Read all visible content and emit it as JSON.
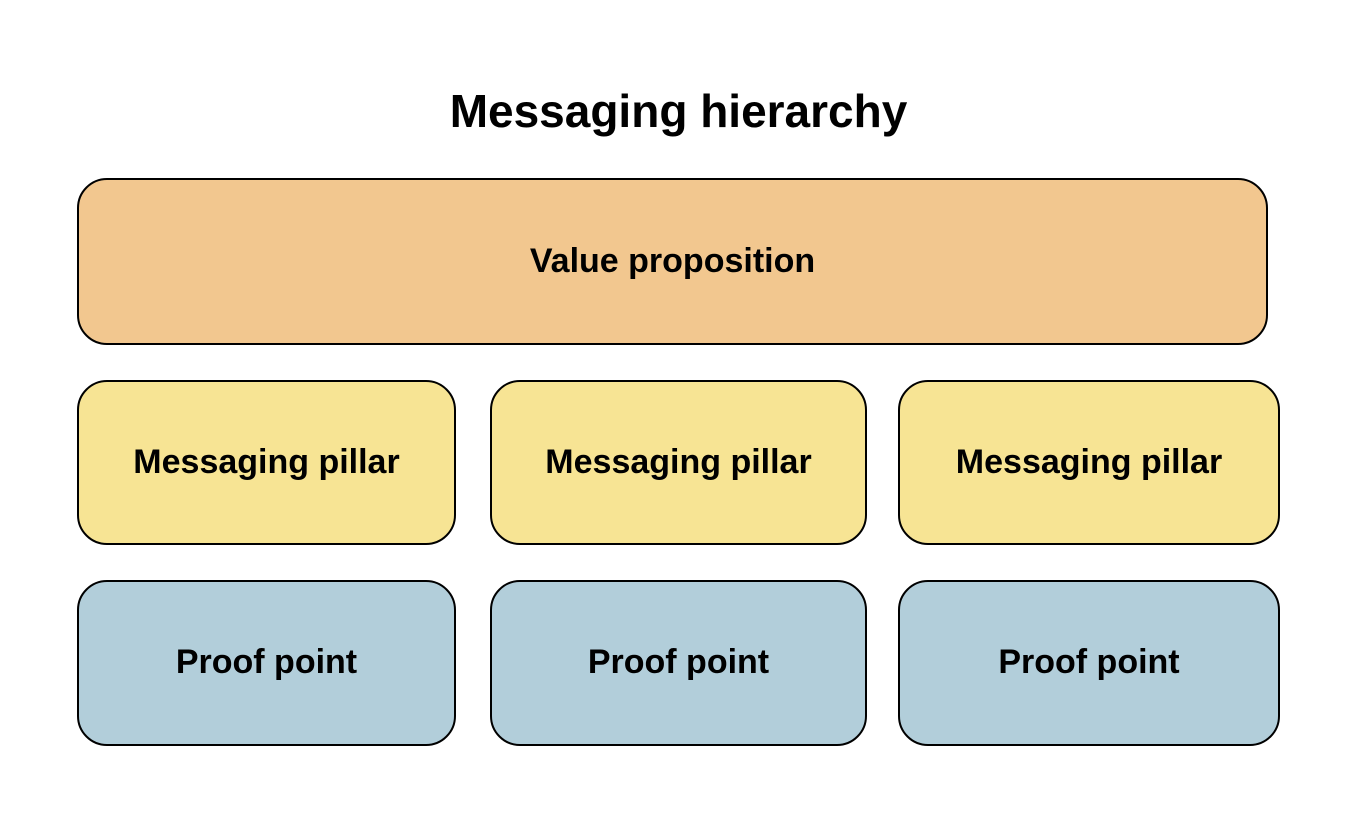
{
  "title": "Messaging hierarchy",
  "colors": {
    "background": "#ffffff",
    "border": "#000000",
    "text": "#000000",
    "value_proposition_fill": "#F2C78F",
    "pillar_fill": "#F7E494",
    "proof_point_fill": "#B2CEDA"
  },
  "hierarchy": {
    "value_proposition": {
      "label": "Value proposition"
    },
    "pillars": [
      {
        "label": "Messaging pillar"
      },
      {
        "label": "Messaging pillar"
      },
      {
        "label": "Messaging pillar"
      }
    ],
    "proof_points": [
      {
        "label": "Proof point"
      },
      {
        "label": "Proof point"
      },
      {
        "label": "Proof point"
      }
    ]
  }
}
